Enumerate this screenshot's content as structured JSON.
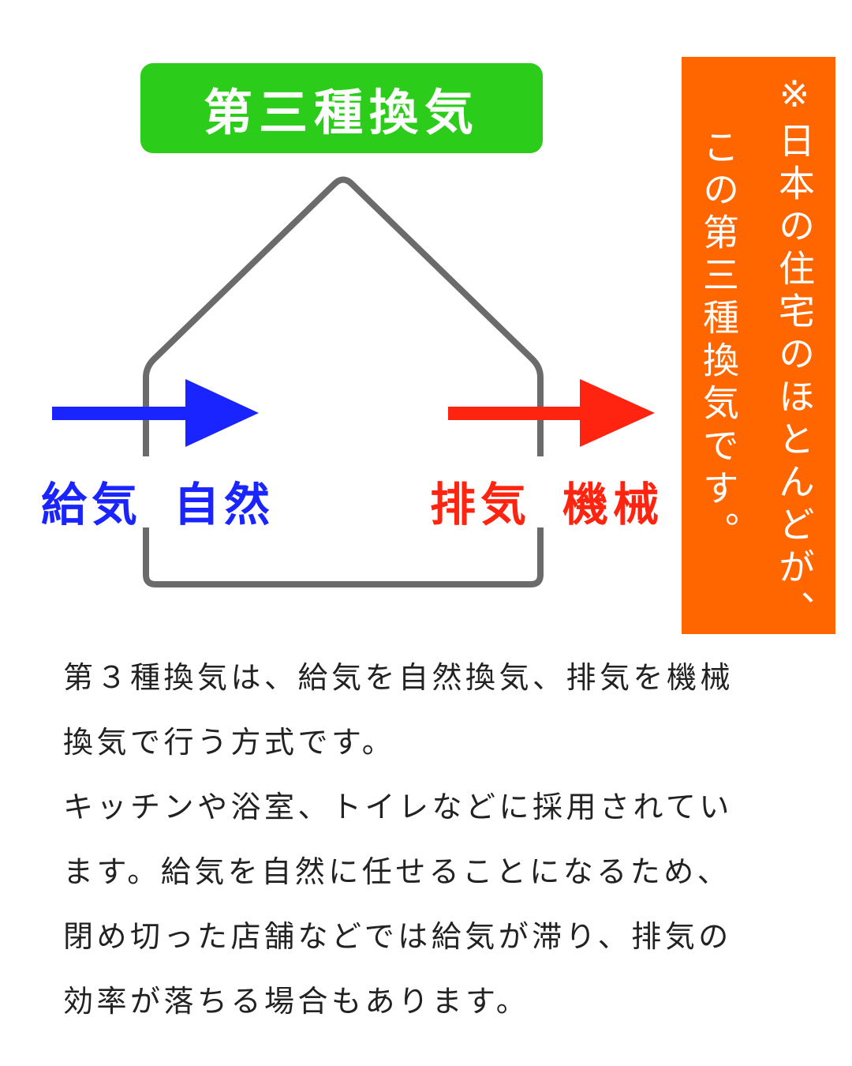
{
  "title": "第三種換気",
  "supply": {
    "label": "給気",
    "method": "自然",
    "color": "#1a24ff"
  },
  "exhaust": {
    "label": "排気",
    "method": "機械",
    "color": "#ff2410"
  },
  "note": {
    "line1": "※日本の住宅のほとんどが、",
    "line2": "この第三種換気です。",
    "color": "#ff6600"
  },
  "body": [
    "第３種換気は、給気を自然換気、排気を機械",
    "換気で行う方式です。",
    "キッチンや浴室、トイレなどに採用されてい",
    "ます。給気を自然に任せることになるため、",
    "閉め切った店舗などでは給気が滞り、排気の",
    "効率が落ちる場合もあります。"
  ]
}
